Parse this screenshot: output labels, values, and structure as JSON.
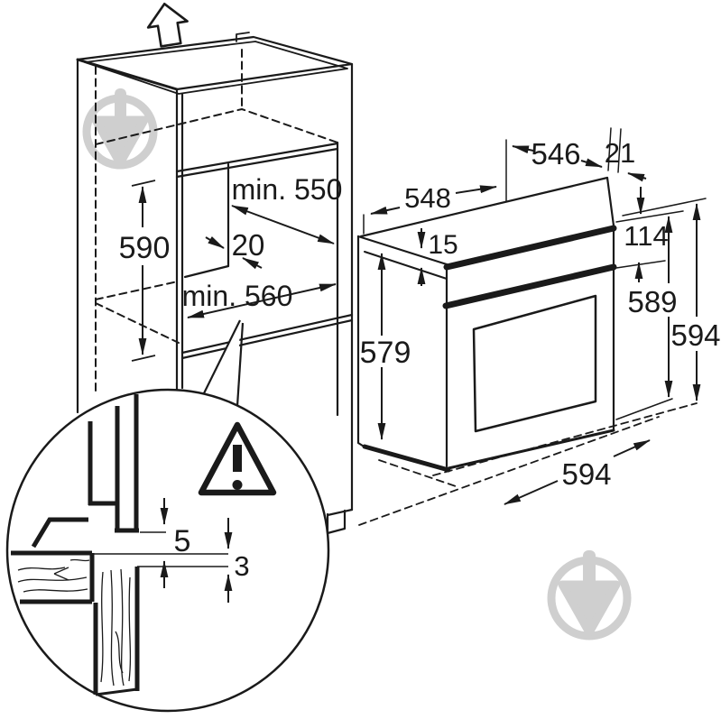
{
  "title": "Built-in oven installation dimensions diagram",
  "colors": {
    "line": "#1a1a1a",
    "watermark": "#cfcfcf",
    "background": "#ffffff"
  },
  "watermark": {
    "icon": "trowel-in-ring-logo"
  },
  "cabinet": {
    "niche_height": "590",
    "niche_depth_min": "min. 550",
    "rear_clearance": "20",
    "niche_width_min": "min. 560"
  },
  "oven": {
    "depth_body": "546",
    "door_gap": "21",
    "depth_top": "548",
    "top_trim": "15",
    "panel_height": "114",
    "height_rear": "589",
    "height_overall": "594",
    "side_height": "579",
    "width": "594"
  },
  "detail_view": {
    "top_clearance": "5",
    "bottom_clearance": "3"
  }
}
